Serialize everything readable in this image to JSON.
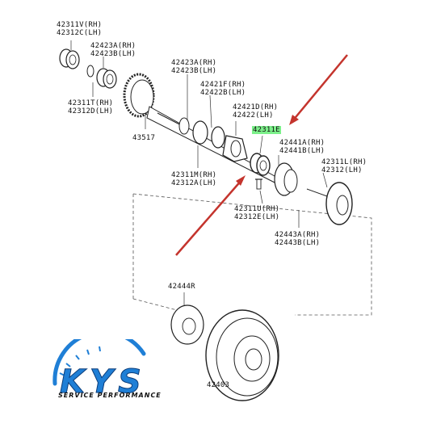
{
  "parts": [
    {
      "id": "p1",
      "lines": [
        "42311V(RH)",
        "42312C(LH)"
      ]
    },
    {
      "id": "p2",
      "lines": [
        "42423A(RH)",
        "42423B(LH)"
      ]
    },
    {
      "id": "p3",
      "lines": [
        "42423A(RH)",
        "42423B(LH)"
      ]
    },
    {
      "id": "p4",
      "lines": [
        "42421F(RH)",
        "42422B(LH)"
      ]
    },
    {
      "id": "p5",
      "lines": [
        "42311T(RH)",
        "42312D(LH)"
      ]
    },
    {
      "id": "p6",
      "lines": [
        "42421D(RH)",
        "42422(LH)"
      ]
    },
    {
      "id": "p7",
      "lines": [
        "42311E"
      ]
    },
    {
      "id": "p8",
      "lines": [
        "42441A(RH)",
        "42441B(LH)"
      ]
    },
    {
      "id": "p9",
      "lines": [
        "43517"
      ]
    },
    {
      "id": "p10",
      "lines": [
        "42311L(RH)",
        "42312(LH)"
      ]
    },
    {
      "id": "p11",
      "lines": [
        "42311M(RH)",
        "42312A(LH)"
      ]
    },
    {
      "id": "p12",
      "lines": [
        "42311U(RH)",
        "42312E(LH)"
      ]
    },
    {
      "id": "p13",
      "lines": [
        "42443A(RH)",
        "42443B(LH)"
      ]
    },
    {
      "id": "p14",
      "lines": [
        "42444R"
      ]
    },
    {
      "id": "p15",
      "lines": [
        "42403"
      ]
    }
  ],
  "highlight": {
    "part": "42311E",
    "color": "#7cf08a"
  },
  "arrow_color": "#c4342d",
  "logo": {
    "text": "KYS",
    "tagline": "SERVICE PERFORMANCE",
    "color": "#1f7fd6"
  }
}
